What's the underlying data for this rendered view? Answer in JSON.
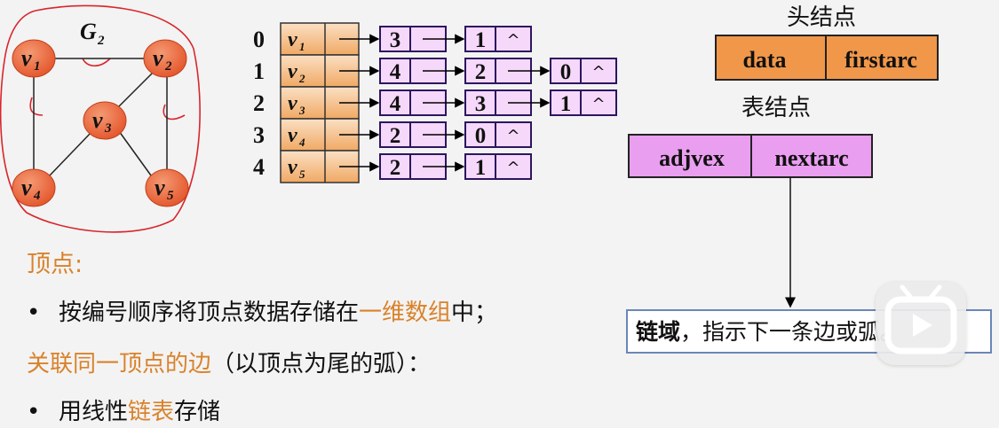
{
  "graph": {
    "name": "G",
    "name_sub": "2",
    "nodes": [
      {
        "id": "v1",
        "main": "v",
        "sub": "1"
      },
      {
        "id": "v2",
        "main": "v",
        "sub": "2"
      },
      {
        "id": "v3",
        "main": "v",
        "sub": "3"
      },
      {
        "id": "v4",
        "main": "v",
        "sub": "4"
      },
      {
        "id": "v5",
        "main": "v",
        "sub": "5"
      }
    ]
  },
  "adjacency": {
    "rows": [
      {
        "index": "0",
        "vertex": "v",
        "vertex_sub": "1",
        "adj": [
          "3",
          "1"
        ]
      },
      {
        "index": "1",
        "vertex": "v",
        "vertex_sub": "2",
        "adj": [
          "4",
          "2",
          "0"
        ]
      },
      {
        "index": "2",
        "vertex": "v",
        "vertex_sub": "3",
        "adj": [
          "4",
          "3",
          "1"
        ]
      },
      {
        "index": "3",
        "vertex": "v",
        "vertex_sub": "4",
        "adj": [
          "2",
          "0"
        ]
      },
      {
        "index": "4",
        "vertex": "v",
        "vertex_sub": "5",
        "adj": [
          "2",
          "1"
        ]
      }
    ],
    "null_symbol": "^"
  },
  "head_node": {
    "title": "头结点",
    "fields": [
      "data",
      "firstarc"
    ]
  },
  "table_node": {
    "title": "表结点",
    "fields": [
      "adjvex",
      "nextarc"
    ]
  },
  "chain_note": {
    "bold": "链域",
    "rest": "，指示下一条边或弧。"
  },
  "text": {
    "vertex_heading": "顶点:",
    "bullet1_a": "按编号顺序将顶点数据存储在",
    "bullet1_b": "一维数组",
    "bullet1_c": "中；",
    "edge_heading_a": "关联同一顶点的边",
    "edge_heading_b": "（以顶点为尾的弧）：",
    "bullet2_a": "用线性",
    "bullet2_b": "链表",
    "bullet2_c": "存储",
    "bullet_char": "•"
  },
  "colors": {
    "node_fill": "#ea6a3f",
    "vertex_cell": "#f6c08a",
    "head_fill": "#f0974a",
    "table_fill": "#ea9ef0",
    "list_border": "#2b1660",
    "accent": "#d9822b",
    "annotation_red": "#d9262c"
  }
}
